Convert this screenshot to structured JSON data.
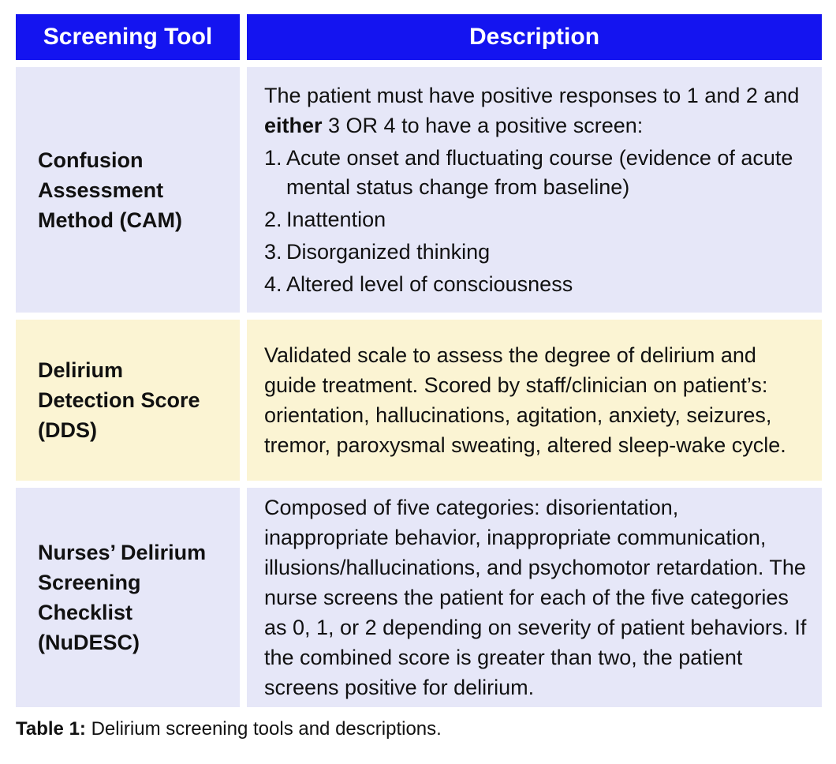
{
  "table": {
    "headers": {
      "tool": "Screening Tool",
      "description": "Description"
    },
    "rows": [
      {
        "tool": "Confusion Assessment Method (CAM)",
        "intro_before": "The patient must have positive responses to 1 and 2 and ",
        "intro_bold": "either",
        "intro_after": " 3 OR 4 to have a positive screen:",
        "items": [
          {
            "num": "1.",
            "text": "Acute onset and fluctuating course (evidence of acute mental status change from baseline)"
          },
          {
            "num": "2.",
            "text": "Inattention"
          },
          {
            "num": "3.",
            "text": "Disorganized thinking"
          },
          {
            "num": "4.",
            "text": "Altered level of consciousness"
          }
        ],
        "background": "#e6e7f8"
      },
      {
        "tool": "Delirium Detection Score (DDS)",
        "description": "Validated scale to assess the degree of delirium and guide treatment. Scored by staff/clinician on patient’s: orientation, hallucinations, agitation, anxiety, seizures, tremor, paroxysmal sweating, altered sleep-wake cycle.",
        "background": "#fbf4d3"
      },
      {
        "tool": "Nurses’ Delirium Screening Checklist (NuDESC)",
        "description": "Composed of five categories: disorientation, inappropriate behavior, inappropriate communication, illusions/hallucinations, and psychomotor retardation. The nurse screens the patient for each of the five categories as 0, 1, or 2 depending on severity of patient behaviors. If the combined score is greater than two, the patient screens positive for delirium.",
        "background": "#e6e7f8"
      }
    ],
    "header_color": "#1414f0"
  },
  "caption": {
    "label": "Table 1:",
    "text": " Delirium screening tools and descriptions."
  }
}
